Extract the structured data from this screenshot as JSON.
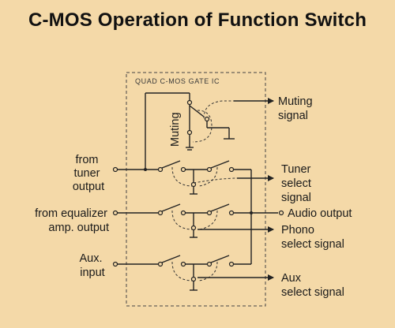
{
  "title": "C-MOS Operation of Function Switch",
  "ic_label": "QUAD C-MOS GATE IC",
  "muting_gate_label": "Muting",
  "labels": {
    "from_tuner": [
      "from",
      "tuner",
      "output"
    ],
    "from_equalizer": [
      "from equalizer",
      "amp. output"
    ],
    "aux_input": [
      "Aux.",
      "input"
    ],
    "muting_signal": [
      "Muting",
      "signal"
    ],
    "tuner_select": [
      "Tuner",
      "select",
      "signal"
    ],
    "audio_output": [
      "Audio output"
    ],
    "phono_select": [
      "Phono",
      "select signal"
    ],
    "aux_select": [
      "Aux",
      "select signal"
    ]
  }
}
